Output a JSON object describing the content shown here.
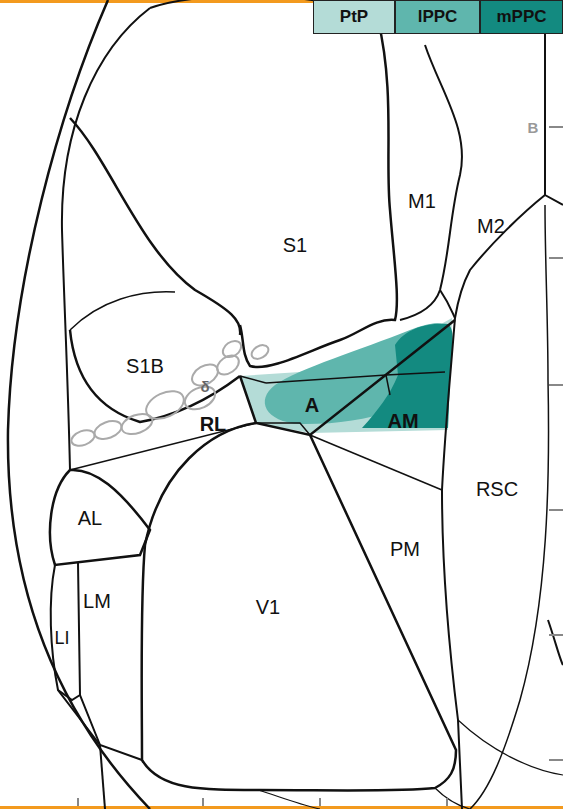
{
  "diagram": {
    "labels": [
      "B",
      "S1",
      "M1",
      "M2",
      "S1B",
      "δ",
      "A",
      "RL",
      "AM",
      "AL",
      "LI",
      "LM",
      "V1",
      "PM",
      "RSC"
    ],
    "legend": [
      {
        "text": "PtP",
        "color": "#b4dcd7"
      },
      {
        "text": "lPPC",
        "color": "#5fb6ad"
      },
      {
        "text": "mPPC",
        "color": "#138a80"
      }
    ]
  }
}
